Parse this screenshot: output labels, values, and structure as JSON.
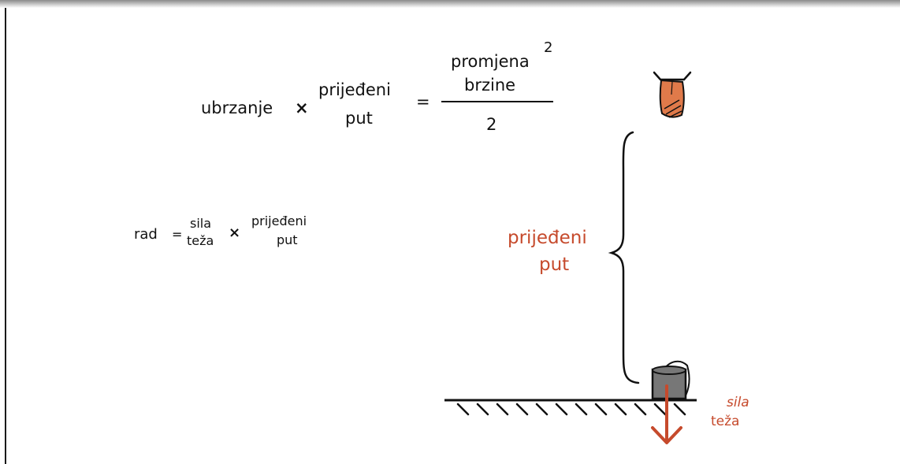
{
  "formula1": {
    "acceleration": "ubrzanje",
    "times": "×",
    "distance_top": "prijeđeni",
    "distance_bottom": "put",
    "equals": "=",
    "change_top": "promjena",
    "exponent": "2",
    "change_bottom": "brzine",
    "denominator": "2"
  },
  "formula2": {
    "work": "rad",
    "equals": "=",
    "force_top": "sila",
    "force_bottom": "teža",
    "times": "×",
    "distance_top": "prijeđeni",
    "distance_bottom": "put"
  },
  "figure": {
    "distance_label_top": "prijeđeni",
    "distance_label_bottom": "put",
    "force_label_top": "sila",
    "force_label_bottom": "teža"
  },
  "colors": {
    "accent_red": "#c64a2c",
    "ink": "#111111",
    "weight_gray": "#777777",
    "hand_orange": "#e07a4a"
  }
}
